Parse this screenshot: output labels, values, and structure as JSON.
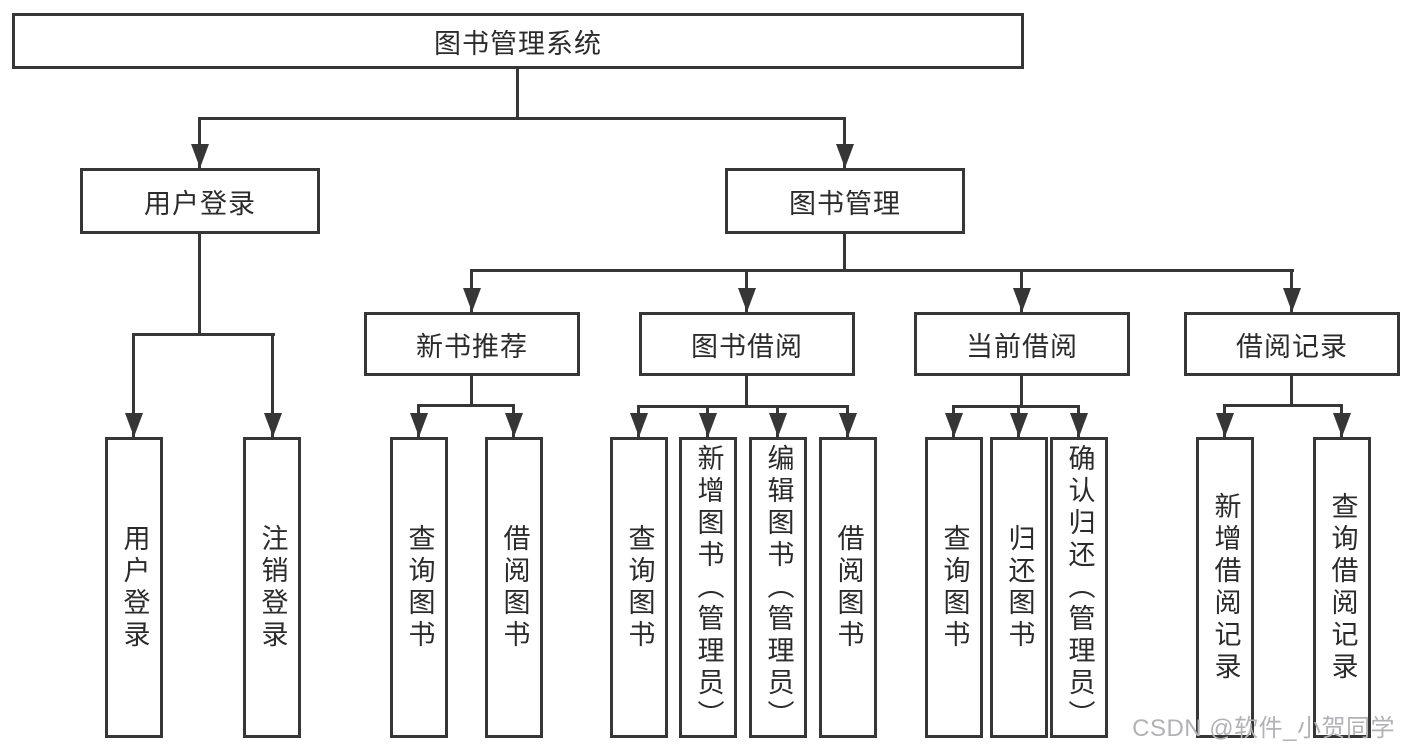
{
  "diagram": {
    "title": "图书管理系统",
    "branches": [
      {
        "label": "用户登录",
        "children": [
          "用户登录",
          "注销登录"
        ]
      },
      {
        "label": "图书管理",
        "children": [
          {
            "label": "新书推荐",
            "children": [
              "查询图书",
              "借阅图书"
            ]
          },
          {
            "label": "图书借阅",
            "children": [
              "查询图书",
              "新增图书（管理员）",
              "编辑图书（管理员）",
              "借阅图书"
            ]
          },
          {
            "label": "当前借阅",
            "children": [
              "查询图书",
              "归还图书",
              "确认归还（管理员）"
            ]
          },
          {
            "label": "借阅记录",
            "children": [
              "新增借阅记录",
              "查询借阅记录"
            ]
          }
        ]
      }
    ]
  },
  "watermark": {
    "text": "CSDN @软件_小贺同学"
  },
  "colors": {
    "line": "#363636",
    "text": "#2b2b2b",
    "background": "#ffffff",
    "watermark": "#b2b2b6"
  }
}
